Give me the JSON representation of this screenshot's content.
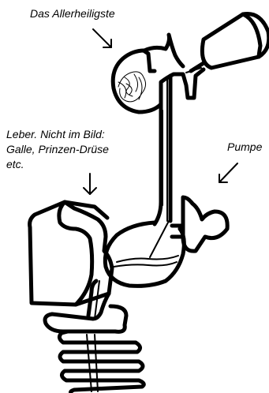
{
  "labels": {
    "allerheiligste": "Das Allerheiligste",
    "pumpe": "Pumpe",
    "leber": "Leber. Nicht im Bild:\nGalle, Prinzen-Drüse\netc."
  },
  "icons": {
    "arrow": "arrow-icon"
  },
  "colors": {
    "ink": "#000000",
    "background": "#ffffff"
  }
}
